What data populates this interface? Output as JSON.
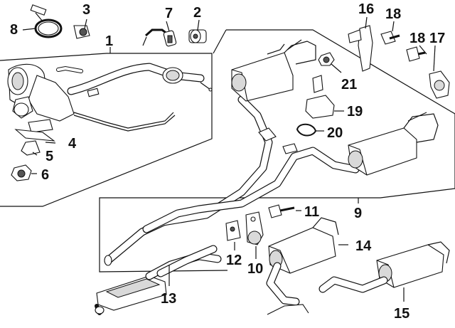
{
  "diagram": {
    "callouts": [
      "1",
      "2",
      "3",
      "4",
      "5",
      "6",
      "7",
      "8",
      "9",
      "10",
      "11",
      "12",
      "13",
      "14",
      "15",
      "16",
      "17",
      "18",
      "18",
      "19",
      "20",
      "21"
    ]
  }
}
